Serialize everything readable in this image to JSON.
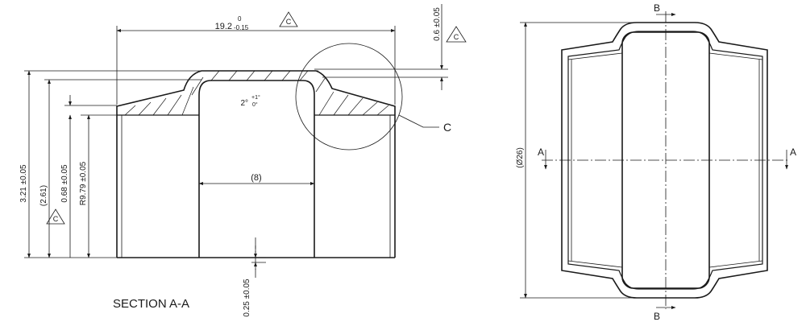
{
  "section_view": {
    "dim_overall_width": {
      "value": "19.2",
      "tol_upper": "0",
      "tol_lower": "-0.15",
      "marker": "C"
    },
    "dim_top_offset": {
      "value": "0.6 ±0.05",
      "marker": "C"
    },
    "dim_angle": {
      "value": "2°",
      "tol_upper": "+1°",
      "tol_lower": "0°"
    },
    "detail_callout": "C",
    "dim_inner": "(8)",
    "dim_height_total": "3.21 ±0.05",
    "dim_height_ref": "(2.61)",
    "dim_flange": "0.68 ±0.05",
    "dim_radius": "R9.79 ±0.05",
    "dim_height_marker": "C",
    "dim_wall": "0.25 ±0.05",
    "section_label": "SECTION A-A"
  },
  "top_view": {
    "dim_diameter": "(Ø26)",
    "cut_a_left": "A",
    "cut_a_right": "A",
    "cut_b_top": "B",
    "cut_b_bottom": "B"
  }
}
